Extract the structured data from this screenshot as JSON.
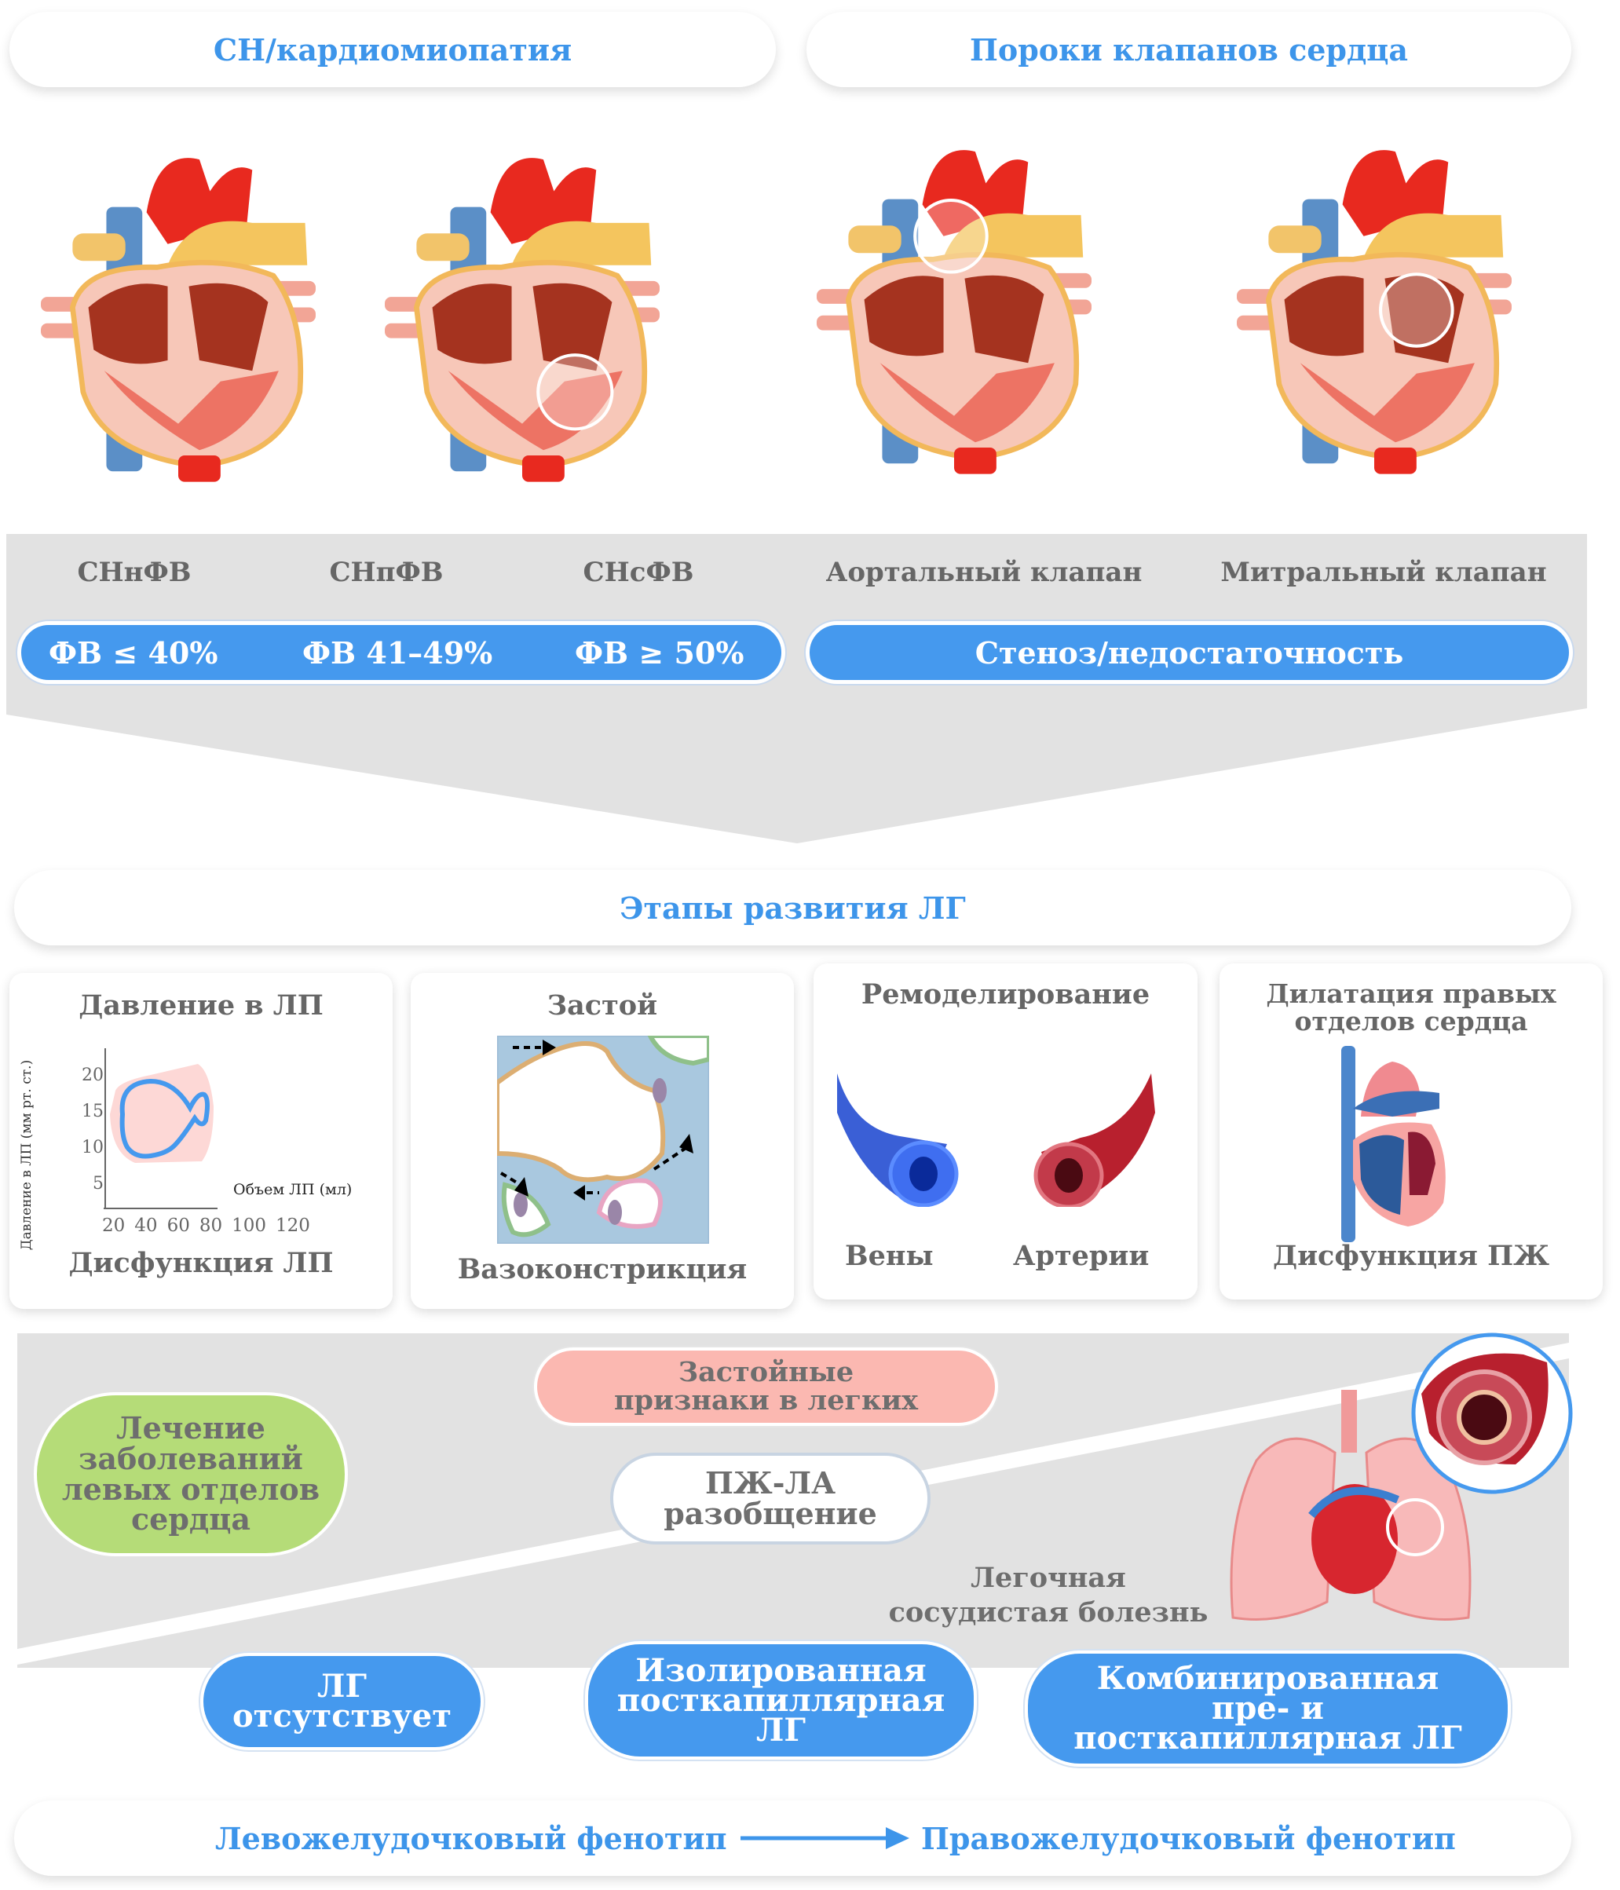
{
  "top": {
    "left_title": "СН/кардиомиопатия",
    "right_title": "Пороки клапанов сердца"
  },
  "categories": {
    "labels": [
      "СНнФВ",
      "СНпФВ",
      "СНсФВ",
      "Аортальный клапан",
      "Митральный клапан"
    ],
    "ef_values": [
      "ФВ ≤ 40%",
      "ФВ 41–49%",
      "ФВ ≥ 50%"
    ],
    "valve_label": "Стеноз/недостаточность"
  },
  "stages": {
    "title": "Этапы развития ЛГ",
    "cards": [
      {
        "title": "Давление в ЛП",
        "footer": "Дисфункция ЛП"
      },
      {
        "title": "Застой",
        "footer": "Вазоконстрикция"
      },
      {
        "title": "Ремоделирование",
        "left": "Вены",
        "right": "Артерии"
      },
      {
        "title": "Дилатация правых отделов сердца",
        "footer": "Дисфункция ПЖ"
      }
    ]
  },
  "pv_chart": {
    "ylabel": "Давление в ЛП (мм рт. ст.)",
    "xlabel": "Объем ЛП (мл)",
    "y_ticks": [
      "20",
      "15",
      "10",
      "5"
    ],
    "x_ticks": [
      "20",
      "40",
      "60",
      "80",
      "100",
      "120"
    ],
    "loop_color": "#4599ee",
    "area_color": "#fdd8d6"
  },
  "outcomes": {
    "treatment": "Лечение заболеваний левых отделов сердца",
    "congestion": "Застойные признаки в легких",
    "uncoupling": "ПЖ-ЛА разобщение",
    "vascular": "Легочная сосудистая болезнь",
    "no_ph": "ЛГ отсутствует",
    "ipcph": "Изолированная посткапиллярная ЛГ",
    "cpcph": "Комбинированная пре- и посткапиллярная ЛГ"
  },
  "phenotype": {
    "left": "Левожелудочковый фенотип",
    "right": "Правожелудочковый фенотип"
  },
  "colors": {
    "accent": "#3d95ea",
    "pill_blue": "#4599ee",
    "green": "#b5dc78",
    "pink": "#fbb8b1",
    "band": "#e2e2e2"
  }
}
